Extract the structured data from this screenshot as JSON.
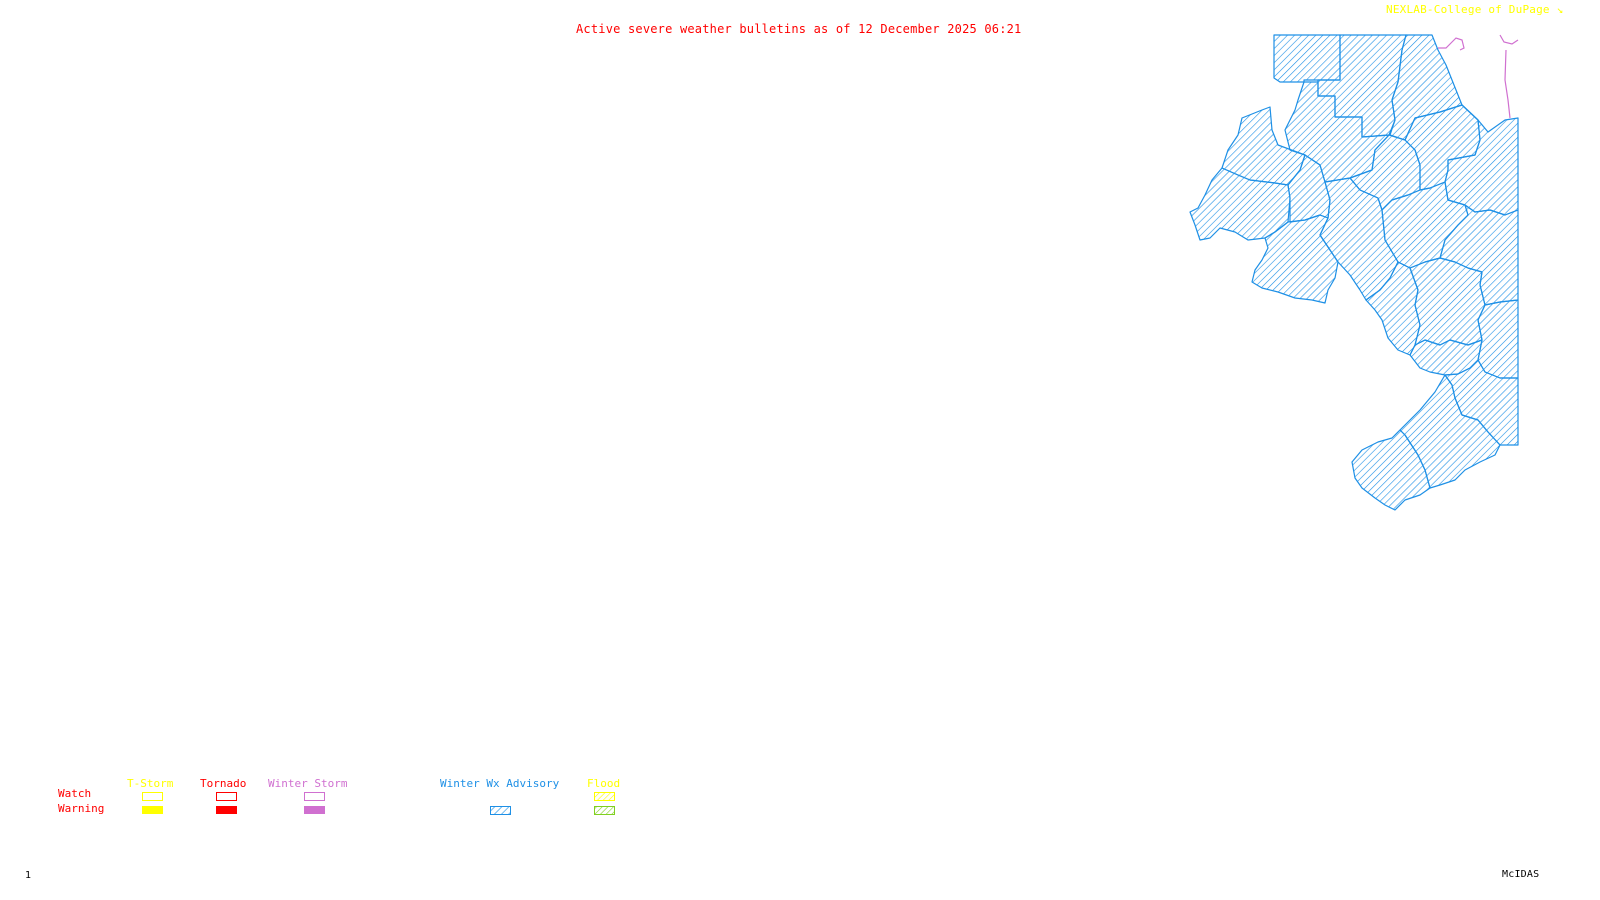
{
  "header": {
    "title": "Active severe weather bulletins as of 12 December 2025 06:21",
    "credit": "NEXLAB-College of DuPage",
    "credit_icon": "diagonal-arrow-icon"
  },
  "footer": {
    "frame_number": "1",
    "software": "McIDAS"
  },
  "map": {
    "active_bulletin": "Winter Wx Advisory",
    "advisory_color": "#1e90e6",
    "state_border_color": "#d070d0"
  },
  "legend": {
    "row_labels": {
      "watch": "Watch",
      "warning": "Warning"
    },
    "categories": [
      {
        "name": "T-Storm",
        "color": "#ffff00",
        "watch_style": "outline",
        "warning_style": "solid"
      },
      {
        "name": "Tornado",
        "color": "#ff0000",
        "watch_style": "outline",
        "warning_style": "solid"
      },
      {
        "name": "Winter Storm",
        "color": "#d070d0",
        "watch_style": "outline",
        "warning_style": "solid"
      },
      {
        "name": "Winter Wx Advisory",
        "color": "#1e90e6",
        "watch_style": "none",
        "warning_style": "hatch"
      },
      {
        "name": "Flood",
        "color": "#ffff00",
        "warning_color": "#80d020",
        "watch_style": "hatch",
        "warning_style": "hatch"
      }
    ]
  }
}
